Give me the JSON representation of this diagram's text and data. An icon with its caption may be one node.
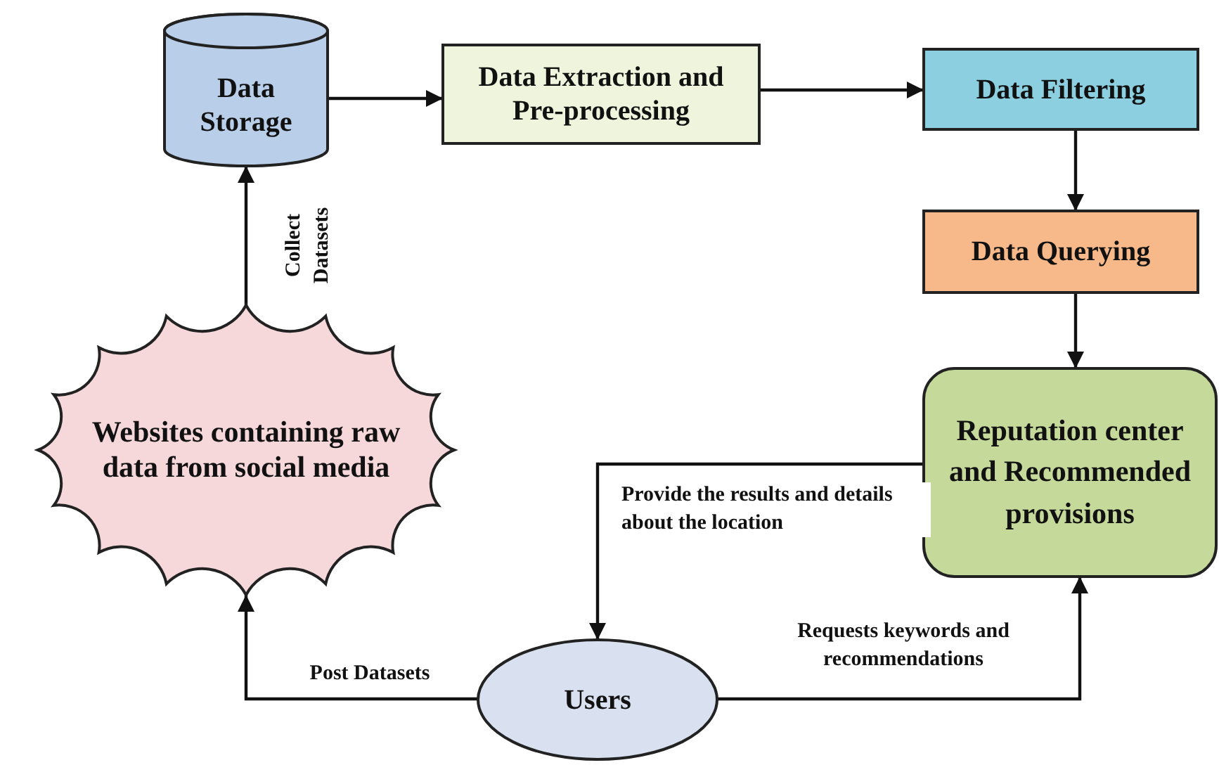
{
  "diagram": {
    "nodes": [
      {
        "text": [
          "Data Storage"
        ]
      },
      {
        "text": [
          "Data Extraction and Pre-processing"
        ]
      },
      {
        "text": [
          "Data Filtering"
        ]
      },
      {
        "text": [
          "Data Querying"
        ]
      },
      {
        "text": [
          "Reputation center and Recommended provisions"
        ]
      },
      {
        "text": [
          "Users"
        ]
      },
      {
        "text": [
          "Websites containing raw data from social media"
        ]
      }
    ],
    "edges": [
      {
        "from": 0,
        "to": 1,
        "arrow": "to"
      },
      {
        "from": 1,
        "to": 2,
        "arrow": "to"
      },
      {
        "from": 2,
        "to": 3,
        "arrow": "to"
      },
      {
        "from": 3,
        "to": 4,
        "arrow": "to"
      },
      {
        "from": 4,
        "to": 5,
        "arrow": "to",
        "label": "Provide the results and details about the location"
      },
      {
        "from": 5,
        "to": 4,
        "arrow": "to",
        "label": "Requests keywords and recommendations"
      },
      {
        "from": 5,
        "to": 6,
        "arrow": "to",
        "label": "Post Datasets"
      },
      {
        "from": 6,
        "to": 0,
        "arrow": "to",
        "label": "Collect Datasets"
      }
    ]
  }
}
